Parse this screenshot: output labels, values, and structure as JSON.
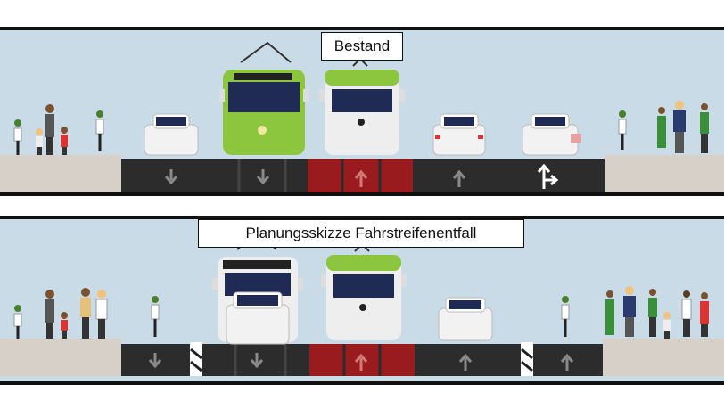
{
  "panels": [
    {
      "title": "Bestand",
      "lanes": [
        "bike-lane-down",
        "tram-track-down",
        "tram-track-up",
        "car-lane-up",
        "car-lane-turn-right"
      ],
      "lane_markings": [
        "arrow-down",
        "arrow-down",
        "arrow-up",
        "arrow-up",
        "arrow-up-right"
      ]
    },
    {
      "title": "Planungsskizze Fahrstreifenentfall",
      "lanes": [
        "bike-lane-down",
        "tram-track-down",
        "tram-track-up",
        "car-lane-up",
        "bike-lane-up"
      ],
      "lane_markings": [
        "arrow-down",
        "arrow-down",
        "arrow-up",
        "arrow-up",
        "arrow-up"
      ]
    }
  ],
  "colors": {
    "sky": "#c8dbe6",
    "road": "#2c2c2c",
    "tram_track_red": "#9a1b1e",
    "sidewalk": "#d7d0c8",
    "tram_green": "#8cc63f",
    "marking": "#7a7a7a"
  }
}
